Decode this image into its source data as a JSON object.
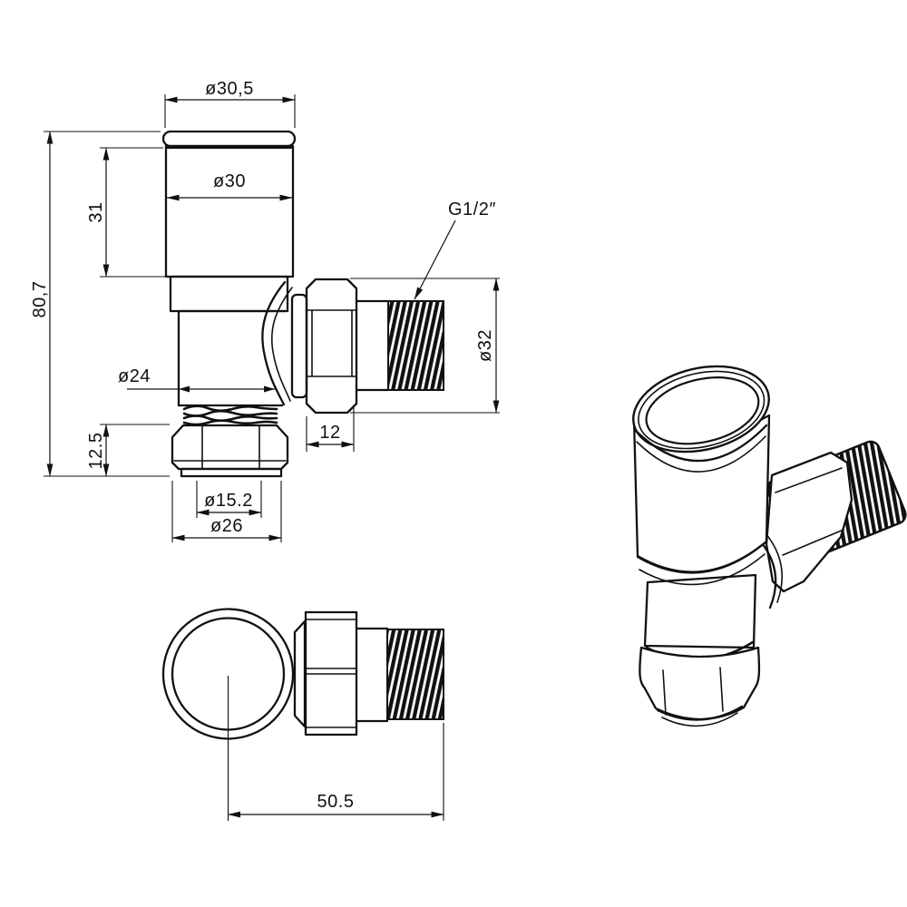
{
  "page": {
    "background": "#ffffff",
    "line_color": "#111111",
    "description": "Technical drawing of an angled radiator valve: front view, top view and isometric view"
  },
  "drawing": {
    "dims": {
      "cap_outer_dia": "ø30,5",
      "cap_dia": "ø30",
      "cap_height": "31",
      "overall_height": "80,7",
      "body_dia": "ø24",
      "tail_nut_height": "12.5",
      "pipe_dia": "ø15.2",
      "tail_nut_dia": "ø26",
      "side_nut_width": "12",
      "side_conn_dia": "ø32",
      "thread_spec": "G1/2″",
      "overall_length": "50.5"
    }
  }
}
